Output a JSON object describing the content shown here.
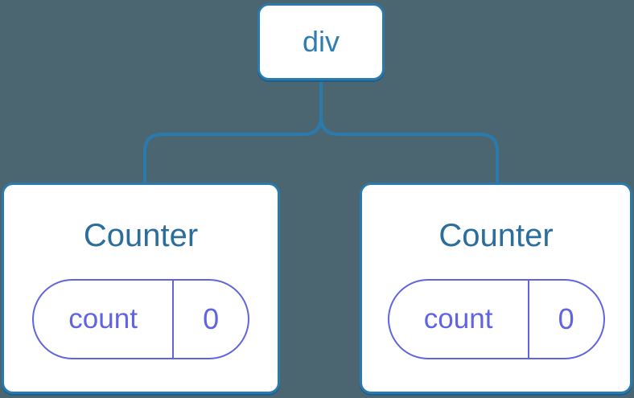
{
  "diagram": {
    "root": {
      "label": "div"
    },
    "children": [
      {
        "title": "Counter",
        "state": {
          "key": "count",
          "value": "0"
        }
      },
      {
        "title": "Counter",
        "state": {
          "key": "count",
          "value": "0"
        }
      }
    ]
  },
  "colors": {
    "background": "#4b6671",
    "node_border": "#2b7aad",
    "node_background": "#ffffff",
    "node_shadow": "#1d5f8c",
    "root_label": "#2f7eb1",
    "component_title": "#2b6d9b",
    "state_accent": "#6164e0",
    "connector": "#2b7aad"
  }
}
